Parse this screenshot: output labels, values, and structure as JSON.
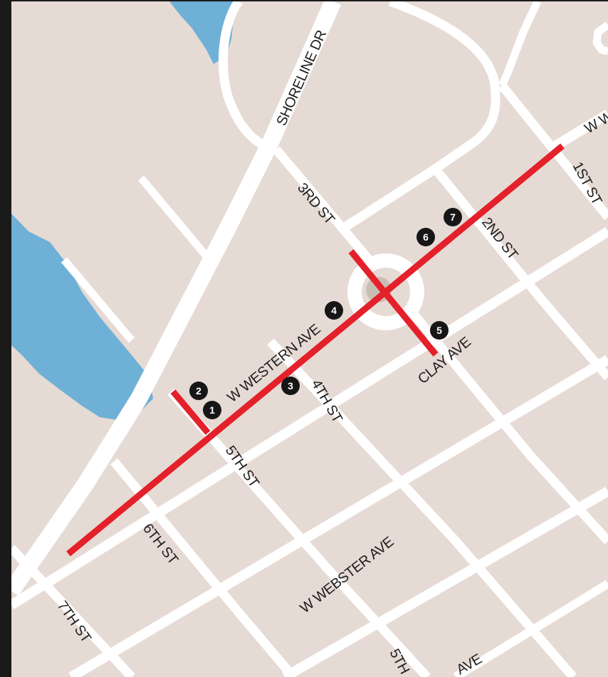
{
  "colors": {
    "land": "#e6dad4",
    "water": "#6fb0d6",
    "road": "#ffffff",
    "highlight": "#e4202a",
    "marker": "#161616",
    "frame": "#1a1a1a"
  },
  "street_labels": {
    "shoreline_dr": "SHORELINE DR",
    "w_western_ave": "W WESTERN AVE",
    "w_western_ave_partial": "W W",
    "third_st": "3RD ST",
    "fourth_st": "4TH ST",
    "fifth_st": "5TH ST",
    "fifth_st_lower": "5TH",
    "sixth_st": "6TH ST",
    "seventh_st": "7TH ST",
    "first_st": "1ST ST",
    "second_st": "2ND ST",
    "clay_ave": "CLAY AVE",
    "w_webster_ave": "W WEBSTER AVE",
    "ave_partial": "AVE"
  },
  "markers": [
    "1",
    "2",
    "3",
    "4",
    "5",
    "6",
    "7"
  ],
  "icons": {
    "marker": "numbered-circle-marker",
    "roundabout": "roundabout-circle"
  }
}
